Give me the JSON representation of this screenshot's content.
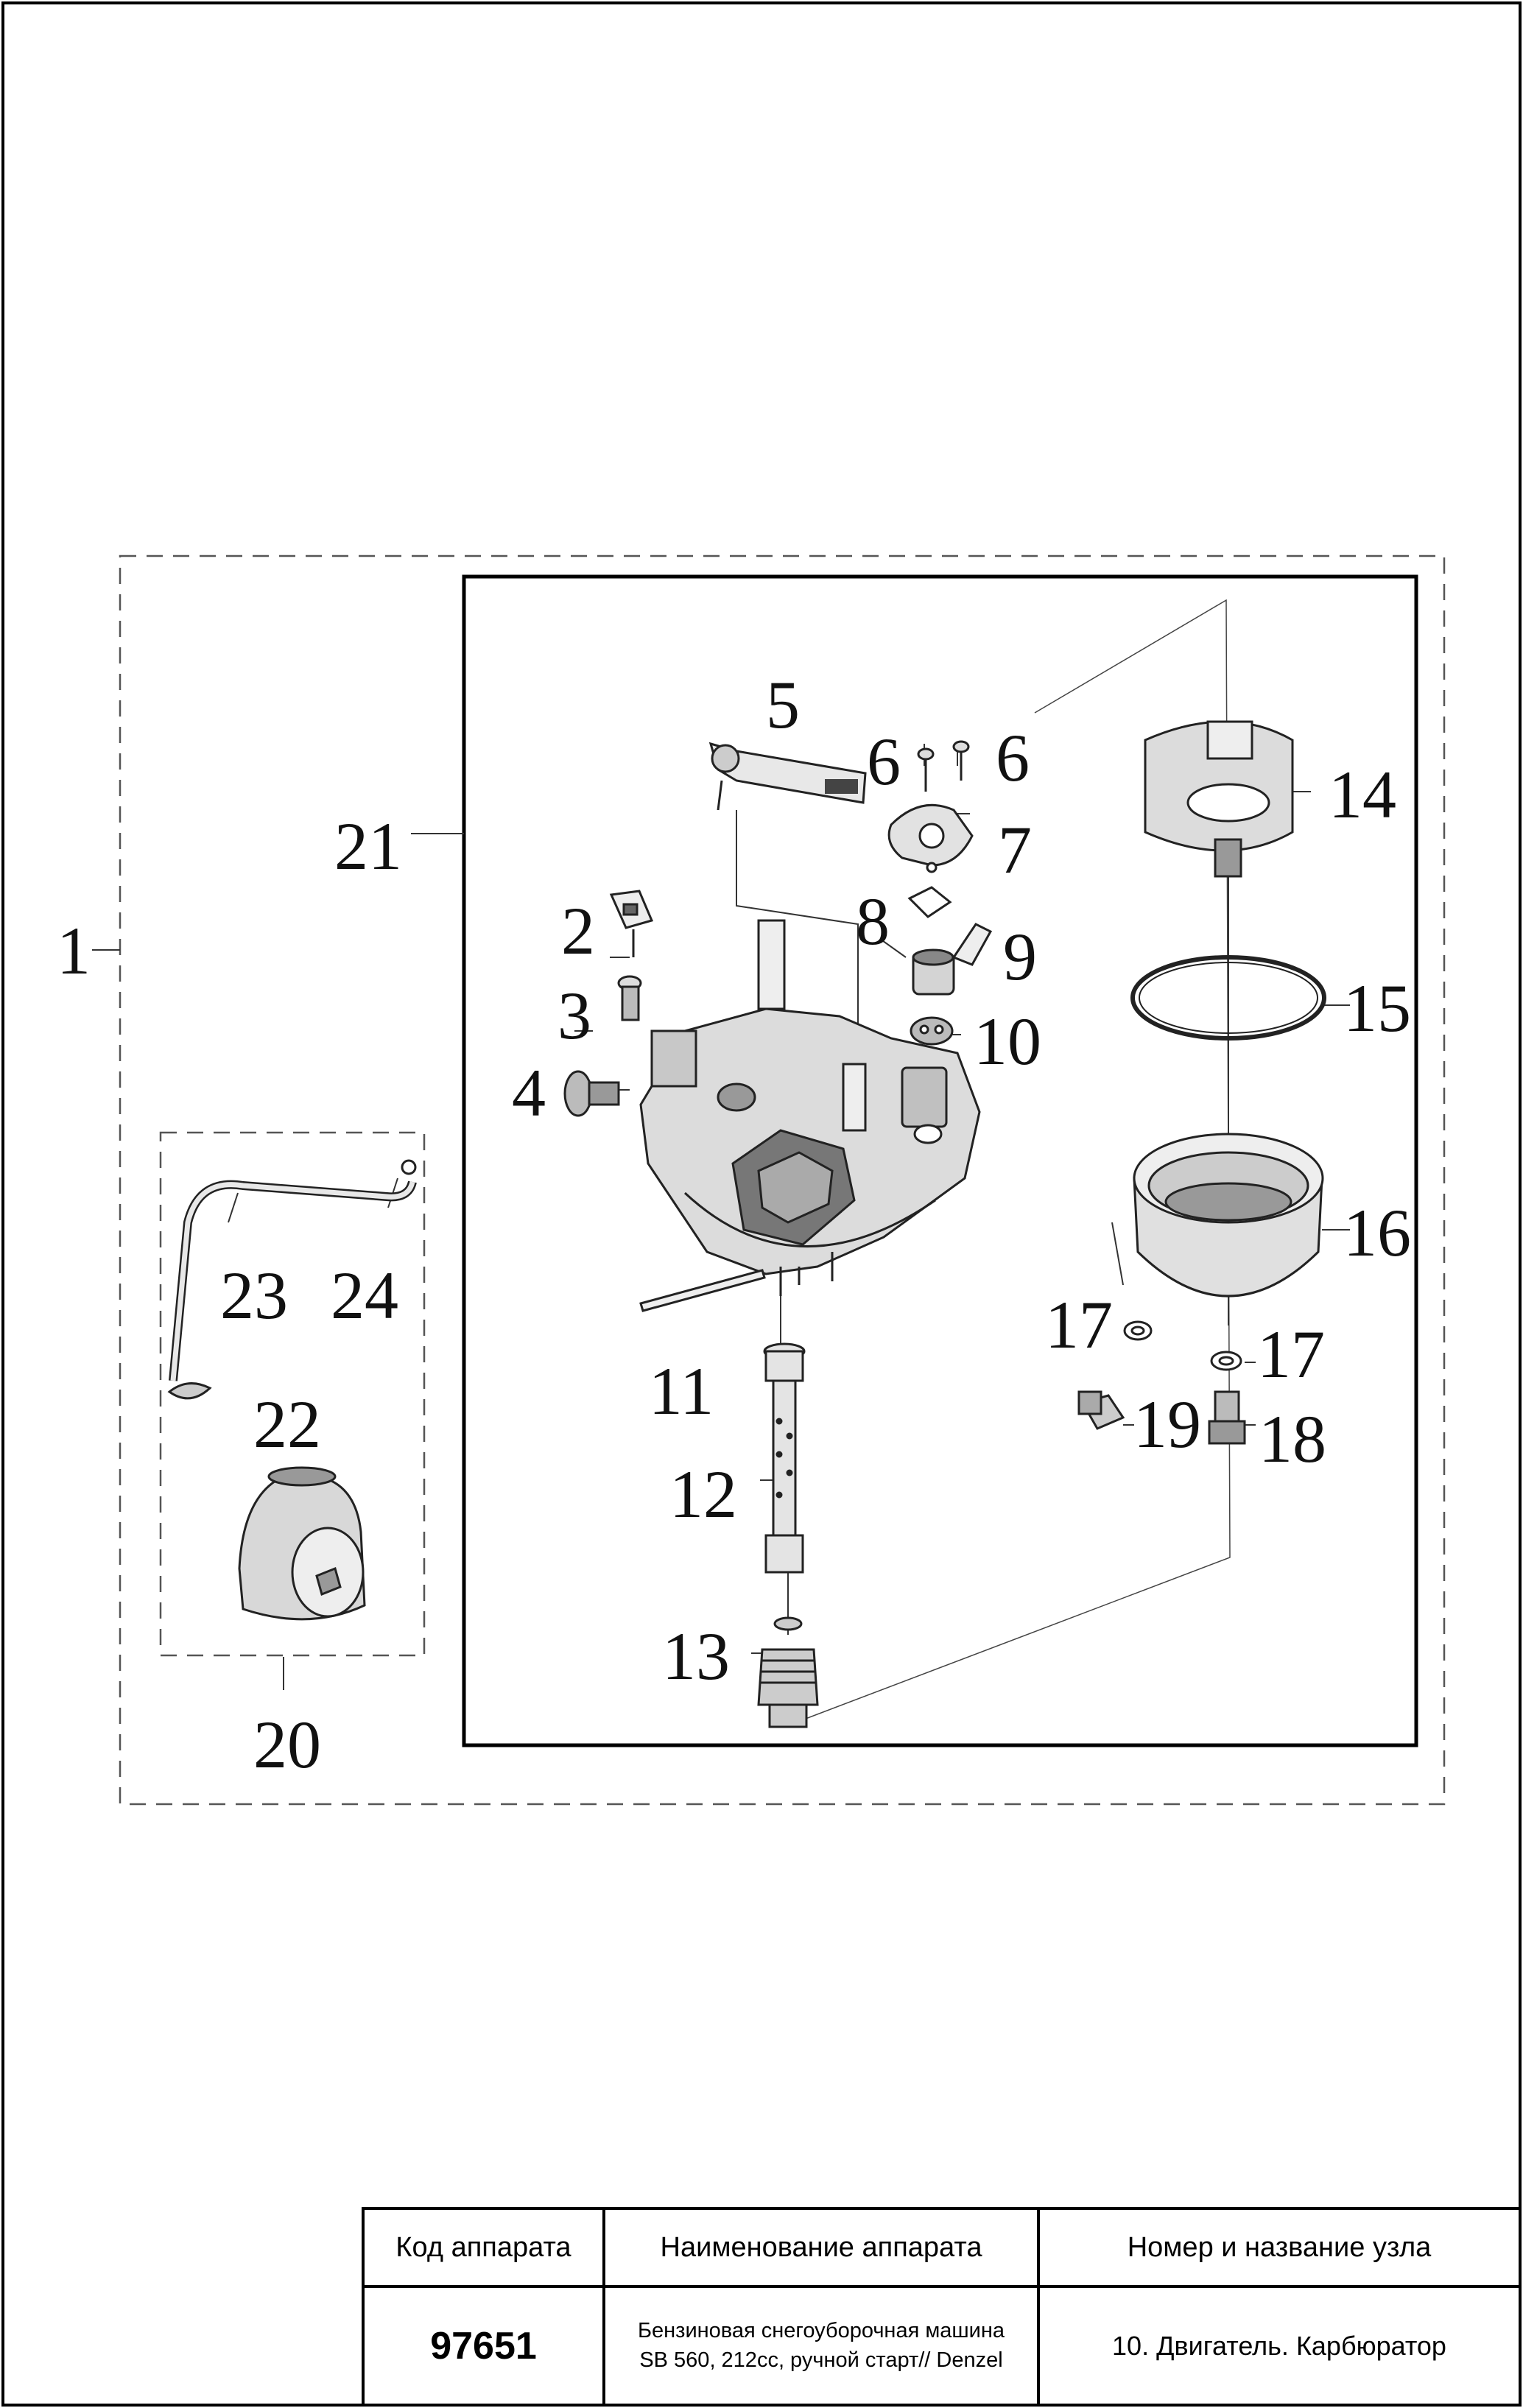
{
  "diagram": {
    "callouts": [
      "1",
      "2",
      "3",
      "4",
      "5",
      "6",
      "6",
      "7",
      "8",
      "9",
      "10",
      "11",
      "12",
      "13",
      "14",
      "15",
      "16",
      "17",
      "17",
      "18",
      "19",
      "20",
      "21",
      "22",
      "23",
      "24"
    ]
  },
  "title_block": {
    "headers": {
      "code": "Код аппарата",
      "name": "Наименование аппарата",
      "node": "Номер и название узла"
    },
    "values": {
      "code": "97651",
      "name_line1": "Бензиновая снегоуборочная машина",
      "name_line2": "SB 560, 212cc, ручной старт// Denzel",
      "node": "10. Двигатель. Карбюратор"
    }
  }
}
